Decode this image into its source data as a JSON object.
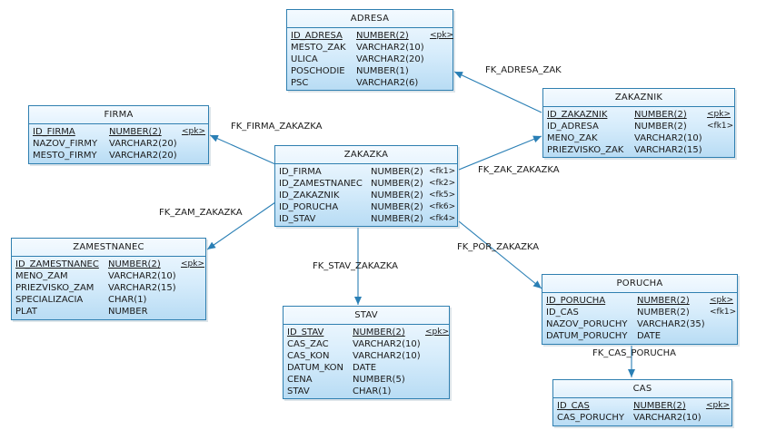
{
  "entities": {
    "adresa": {
      "title": "ADRESA",
      "columns": [
        {
          "name": "ID_ADRESA",
          "type": "NUMBER(2)",
          "key": "<pk>",
          "pk": true
        },
        {
          "name": "MESTO_ZAK",
          "type": "VARCHAR2(10)",
          "key": ""
        },
        {
          "name": "ULICA",
          "type": "VARCHAR2(20)",
          "key": ""
        },
        {
          "name": "POSCHODIE",
          "type": "NUMBER(1)",
          "key": ""
        },
        {
          "name": "PSC",
          "type": "VARCHAR2(6)",
          "key": ""
        }
      ]
    },
    "zakaznik": {
      "title": "ZAKAZNIK",
      "columns": [
        {
          "name": "ID_ZAKAZNIK",
          "type": "NUMBER(2)",
          "key": "<pk>",
          "pk": true
        },
        {
          "name": "ID_ADRESA",
          "type": "NUMBER(2)",
          "key": "<fk1>"
        },
        {
          "name": "MENO_ZAK",
          "type": "VARCHAR2(10)",
          "key": ""
        },
        {
          "name": "PRIEZVISKO_ZAK",
          "type": "VARCHAR2(15)",
          "key": ""
        }
      ]
    },
    "firma": {
      "title": "FIRMA",
      "columns": [
        {
          "name": "ID_FIRMA",
          "type": "NUMBER(2)",
          "key": "<pk>",
          "pk": true
        },
        {
          "name": "NAZOV_FIRMY",
          "type": "VARCHAR2(20)",
          "key": ""
        },
        {
          "name": "MESTO_FIRMY",
          "type": "VARCHAR2(20)",
          "key": ""
        }
      ]
    },
    "zakazka": {
      "title": "ZAKAZKA",
      "columns": [
        {
          "name": "ID_FIRMA",
          "type": "NUMBER(2)",
          "key": "<fk1>"
        },
        {
          "name": "ID_ZAMESTNANEC",
          "type": "NUMBER(2)",
          "key": "<fk2>"
        },
        {
          "name": "ID_ZAKAZNIK",
          "type": "NUMBER(2)",
          "key": "<fk5>"
        },
        {
          "name": "ID_PORUCHA",
          "type": "NUMBER(2)",
          "key": "<fk6>"
        },
        {
          "name": "ID_STAV",
          "type": "NUMBER(2)",
          "key": "<fk4>"
        }
      ]
    },
    "zamestnanec": {
      "title": "ZAMESTNANEC",
      "columns": [
        {
          "name": "ID_ZAMESTNANEC",
          "type": "NUMBER(2)",
          "key": "<pk>",
          "pk": true
        },
        {
          "name": "MENO_ZAM",
          "type": "VARCHAR2(10)",
          "key": ""
        },
        {
          "name": "PRIEZVISKO_ZAM",
          "type": "VARCHAR2(15)",
          "key": ""
        },
        {
          "name": "SPECIALIZACIA",
          "type": "CHAR(1)",
          "key": ""
        },
        {
          "name": "PLAT",
          "type": "NUMBER",
          "key": ""
        }
      ]
    },
    "stav": {
      "title": "STAV",
      "columns": [
        {
          "name": "ID_STAV",
          "type": "NUMBER(2)",
          "key": "<pk>",
          "pk": true
        },
        {
          "name": "CAS_ZAC",
          "type": "VARCHAR2(10)",
          "key": ""
        },
        {
          "name": "CAS_KON",
          "type": "VARCHAR2(10)",
          "key": ""
        },
        {
          "name": "DATUM_KON",
          "type": "DATE",
          "key": ""
        },
        {
          "name": "CENA",
          "type": "NUMBER(5)",
          "key": ""
        },
        {
          "name": "STAV",
          "type": "CHAR(1)",
          "key": ""
        }
      ]
    },
    "porucha": {
      "title": "PORUCHA",
      "columns": [
        {
          "name": "ID_PORUCHA",
          "type": "NUMBER(2)",
          "key": "<pk>",
          "pk": true
        },
        {
          "name": "ID_CAS",
          "type": "NUMBER(2)",
          "key": "<fk1>"
        },
        {
          "name": "NAZOV_PORUCHY",
          "type": "VARCHAR2(35)",
          "key": ""
        },
        {
          "name": "DATUM_PORUCHY",
          "type": "DATE",
          "key": ""
        }
      ]
    },
    "cas": {
      "title": "CAS",
      "columns": [
        {
          "name": "ID_CAS",
          "type": "NUMBER(2)",
          "key": "<pk>",
          "pk": true
        },
        {
          "name": "CAS_PORUCHY",
          "type": "VARCHAR2(10)",
          "key": ""
        }
      ]
    }
  },
  "relationships": {
    "fk_adresa_zak": "FK_ADRESA_ZAK",
    "fk_firma_zakazka": "FK_FIRMA_ZAKAZKA",
    "fk_zak_zakazka": "FK_ZAK_ZAKAZKA",
    "fk_zam_zakazka": "FK_ZAM_ZAKAZKA",
    "fk_stav_zakazka": "FK_STAV_ZAKAZKA",
    "fk_por_zakazka": "FK_POR_ZAKAZKA",
    "fk_cas_porucha": "FK_CAS_PORUCHA"
  },
  "colors": {
    "entity_border": "#2f7fb0",
    "link": "#2a7fb5",
    "entity_fill_top": "#f4faff",
    "entity_fill_bottom": "#b8dcf4"
  }
}
